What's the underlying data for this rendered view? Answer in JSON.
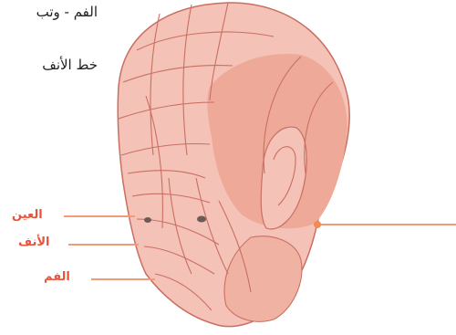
{
  "header": {
    "line1": "الفم - وتب",
    "line2": "خط الأنف"
  },
  "labels": {
    "eye": "العين",
    "nose": "الأنف",
    "mouth": "الفم"
  },
  "colors": {
    "face_light": "#f4c2b6",
    "face_mid": "#eea999",
    "face_dark": "#e89a88",
    "contour": "#c96f62",
    "label_red": "#e8533a",
    "pointer": "#f29a7a"
  }
}
